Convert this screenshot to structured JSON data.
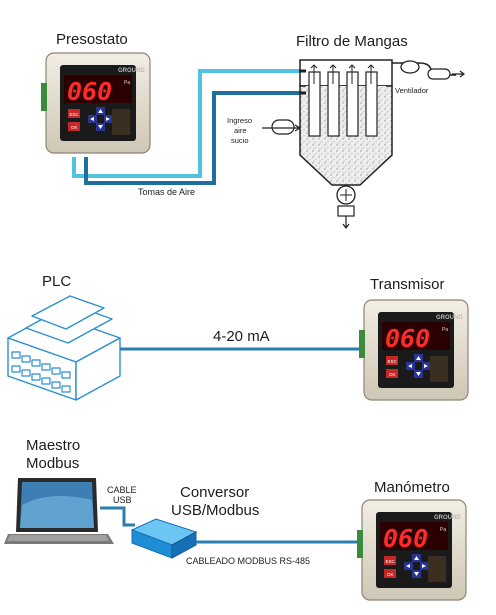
{
  "section1": {
    "device_title": "Presostato",
    "filter_title": "Filtro de Mangas",
    "fan_label": "Ventilador",
    "inlet_label": [
      "Ingreso",
      "aire",
      "sucio"
    ],
    "hose_label": "Tomas de Aire"
  },
  "section2": {
    "plc_title": "PLC",
    "transmitter_title": "Transmisor",
    "signal_label": "4-20 mA"
  },
  "section3": {
    "master_title": [
      "Maestro",
      "Modbus"
    ],
    "cable_label": [
      "CABLE",
      "USB"
    ],
    "converter_title": [
      "Conversor",
      "USB/Modbus"
    ],
    "gauge_title": "Manómetro",
    "rs485_label": "CABLEADO MODBUS RS-485"
  },
  "device": {
    "reading": "060",
    "brand": "GROUND",
    "unit": "Pa",
    "button_esc": "ESC",
    "button_ok": "OK"
  },
  "colors": {
    "hose_light": "#4fc3e0",
    "hose_dark": "#1f6f9c",
    "cable": "#2a7fb0",
    "converter": "#1e8fd6",
    "plc_outline": "#2b8fd0"
  }
}
